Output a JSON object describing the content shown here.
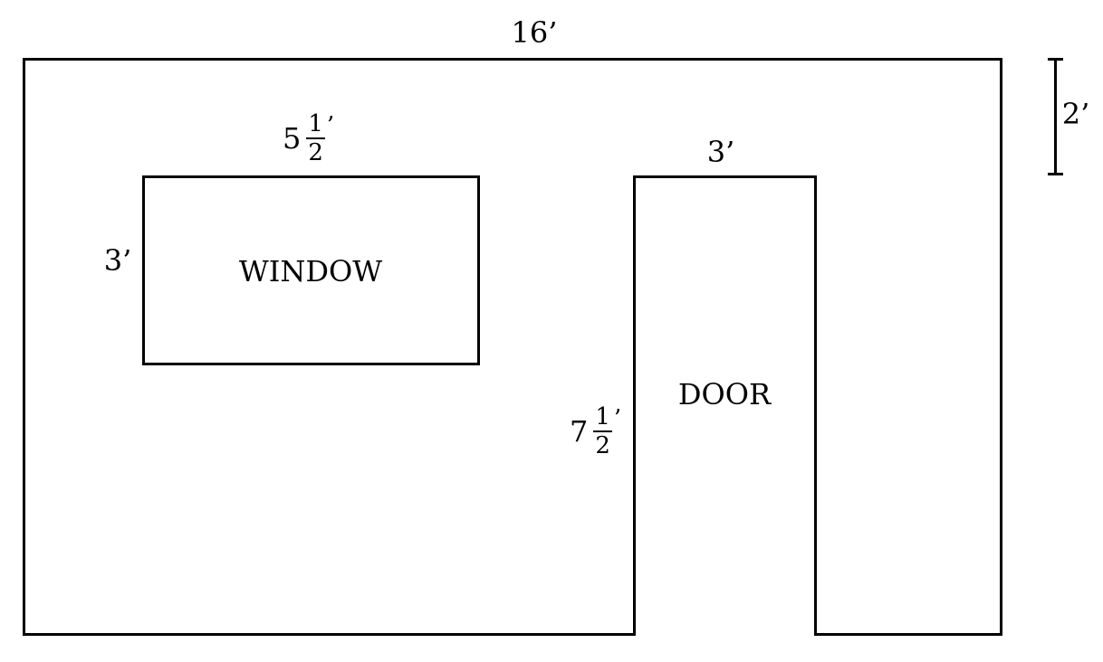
{
  "wall": {
    "width_label": "16’"
  },
  "offset": {
    "label": "2’"
  },
  "window": {
    "name": "WINDOW",
    "width": {
      "whole": "5",
      "num": "1",
      "den": "2",
      "prime": "’"
    },
    "height_label": "3’"
  },
  "door": {
    "name": "DOOR",
    "width_label": "3’",
    "height": {
      "whole": "7",
      "num": "1",
      "den": "2",
      "prime": "’"
    }
  }
}
